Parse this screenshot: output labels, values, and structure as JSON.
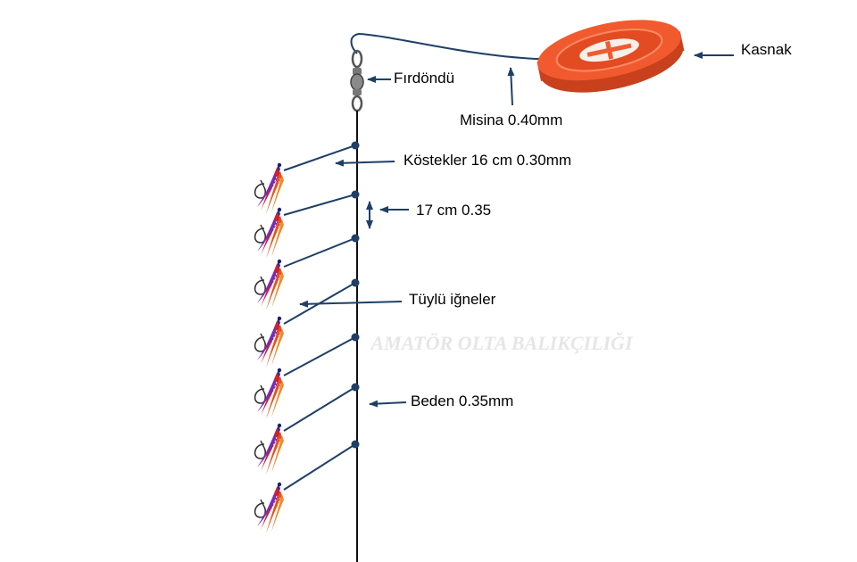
{
  "labels": {
    "kasnak": "Kasnak",
    "firdondu": "Fırdöndü",
    "misina": "Misina 0.40mm",
    "kostekler": "Köstekler 16 cm 0.30mm",
    "aralik": "17 cm 0.35",
    "tuylu_igneler": "Tüylü iğneler",
    "beden": "Beden 0.35mm"
  },
  "watermark": "AMATÖR OLTA BALIKÇILIĞI",
  "colors": {
    "line": "#1f3f66",
    "arrow": "#1f3f66",
    "reel": "#ee5128",
    "reel_dark": "#c83a17",
    "main_line": "#111111",
    "dot": "#1f3f66"
  },
  "icons": {
    "reel": "reel-spool-icon",
    "swivel": "swivel-icon",
    "lure": "feather-hook-icon"
  }
}
